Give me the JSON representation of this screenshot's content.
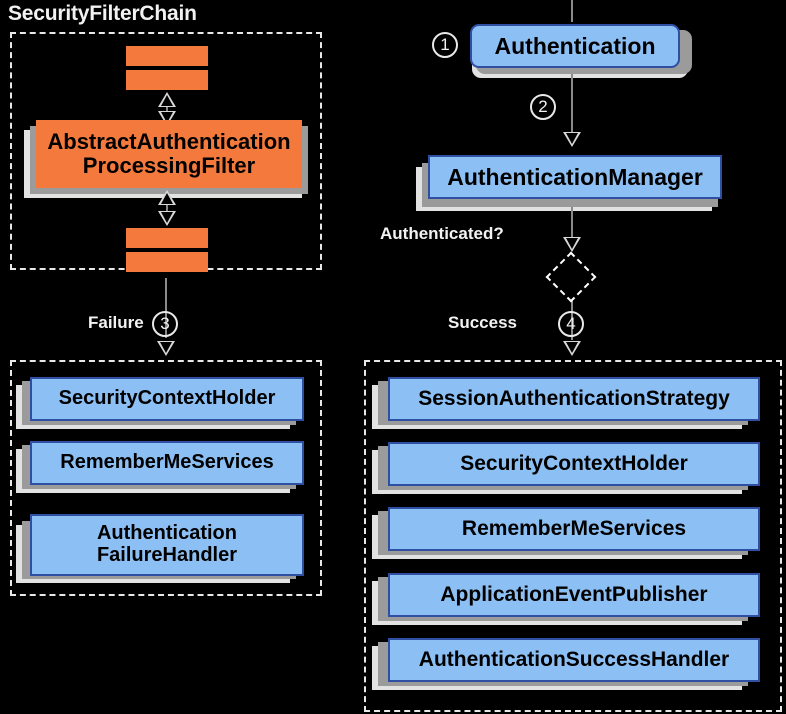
{
  "diagram": {
    "title_left": "SecurityFilterChain",
    "groups": {
      "filter_chain": {
        "label": "SecurityFilterChain"
      },
      "failure_group": {
        "label": ""
      },
      "success_group": {
        "label": ""
      }
    },
    "filter_chain": {
      "title": "SecurityFilterChain",
      "top_bars": [
        "",
        ""
      ],
      "bottom_bars": [
        "",
        ""
      ],
      "main_filter": "AbstractAuthentication\nProcessingFilter",
      "main_filter_line1": "AbstractAuthentication",
      "main_filter_line2": "ProcessingFilter"
    },
    "flow": {
      "authentication": "Authentication",
      "authentication_manager": "AuthenticationManager",
      "decision_label": "Authenticated?",
      "failure_label": "Failure",
      "success_label": "Success",
      "steps": {
        "one": "1",
        "two": "2",
        "three": "3",
        "four": "4"
      }
    },
    "failure_nodes": [
      {
        "label": "SecurityContextHolder",
        "lines": [
          "SecurityContextHolder"
        ]
      },
      {
        "label": "RememberMeServices",
        "lines": [
          "RememberMeServices"
        ]
      },
      {
        "label": "AuthenticationFailureHandler",
        "lines": [
          "Authentication",
          "FailureHandler"
        ]
      }
    ],
    "success_nodes": [
      {
        "label": "SessionAuthenticationStrategy"
      },
      {
        "label": "SecurityContextHolder"
      },
      {
        "label": "RememberMeServices"
      },
      {
        "label": "ApplicationEventPublisher"
      },
      {
        "label": "AuthenticationSuccessHandler"
      }
    ],
    "colors": {
      "background": "#000000",
      "node_fill": "#8cc0f5",
      "node_border": "#2f4fa2",
      "filter_fill": "#f4793c",
      "shadow_dark": "#9b9b9b",
      "shadow_light": "#e2e2e2",
      "text_light": "#f2f2f2",
      "connector": "#8a8a8a"
    }
  }
}
